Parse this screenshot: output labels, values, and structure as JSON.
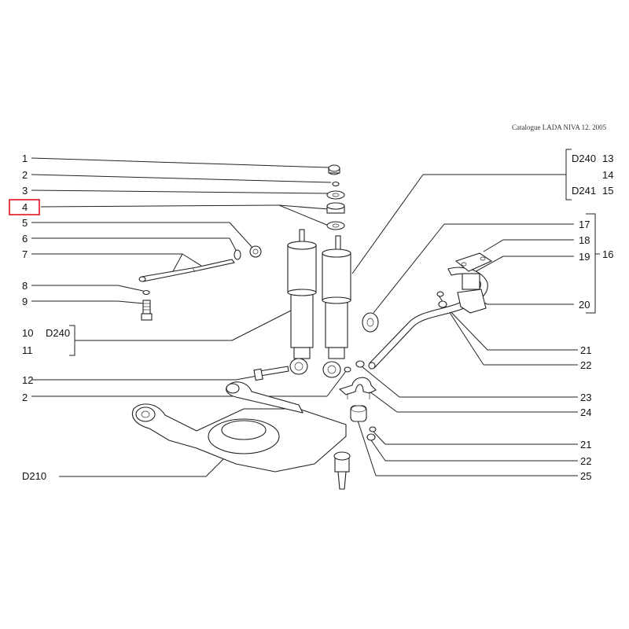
{
  "header": {
    "catalogue": "Catalogue LADA NIVA 12. 2005"
  },
  "highlight_color": "#e0141e",
  "highlighted_label": "4",
  "labels_left": [
    "1",
    "2",
    "3",
    "4",
    "5",
    "6",
    "7",
    "8",
    "9",
    "10",
    "11",
    "12",
    "2"
  ],
  "group_left": "D240",
  "ref_bottom_left": "D210",
  "labels_right": [
    "13",
    "14",
    "15",
    "16",
    "17",
    "18",
    "19",
    "20",
    "21",
    "22",
    "23",
    "24",
    "21",
    "22",
    "25"
  ],
  "refs_right": [
    "D240",
    "D241"
  ]
}
